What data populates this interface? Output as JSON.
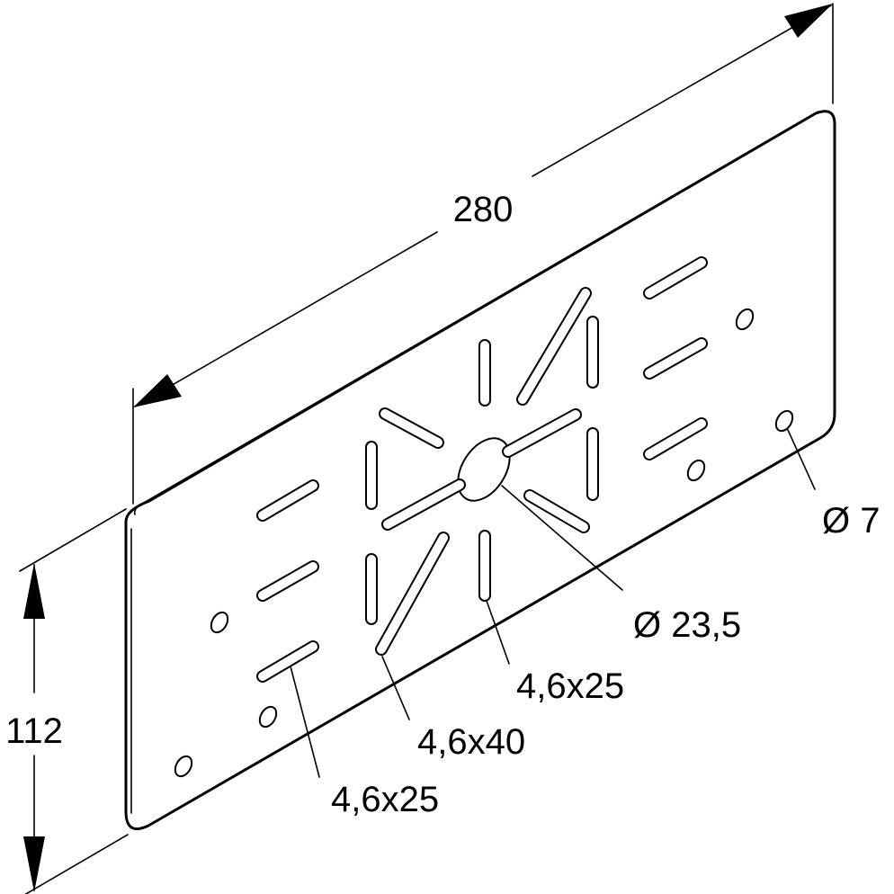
{
  "dimensions": {
    "length": "280",
    "height": "112"
  },
  "callouts": {
    "hole_small": "Ø 7",
    "hole_center": "Ø 23,5",
    "slot_short_vertical": "4,6x25",
    "slot_long_diagonal": "4,6x40",
    "slot_short_left": "4,6x25"
  },
  "colors": {
    "line": "#000000",
    "background": "#ffffff"
  }
}
